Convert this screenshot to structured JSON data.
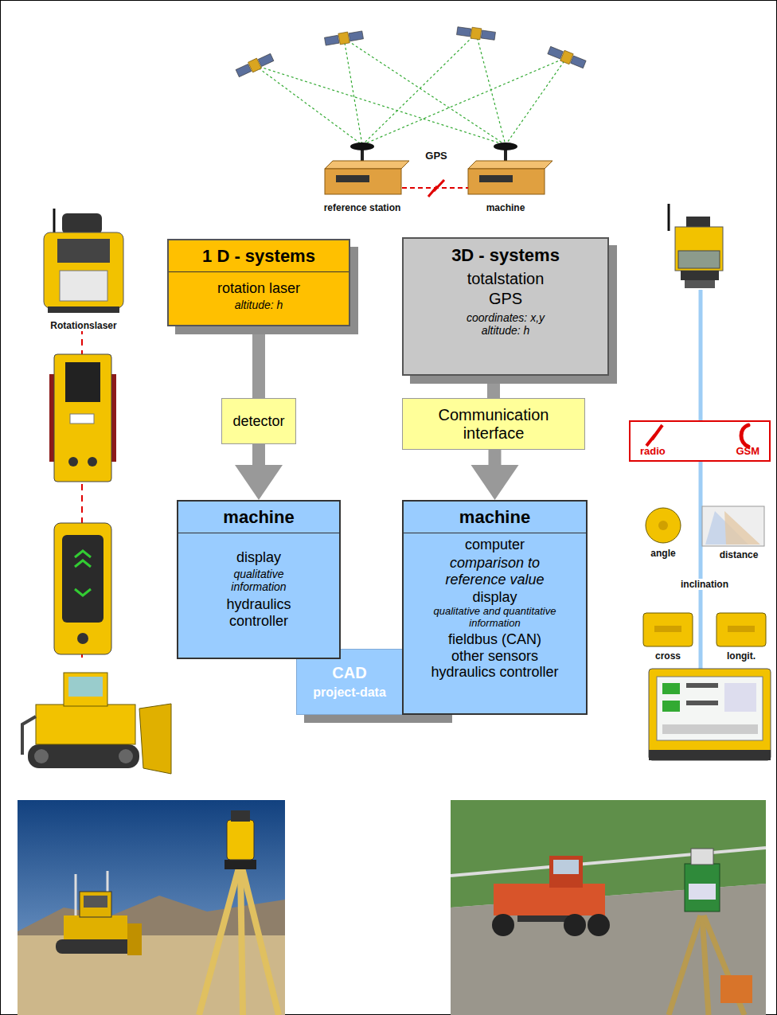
{
  "diagram": {
    "nodes": [
      {
        "text": [
          "1 D - systems",
          "rotation laser",
          "altitude: h"
        ]
      },
      {
        "text": [
          "3D - systems",
          "totalstation",
          "GPS",
          "coordinates: x,y",
          "altitude: h"
        ]
      },
      {
        "text": [
          "detector"
        ]
      },
      {
        "text": [
          "Communication interface"
        ]
      },
      {
        "text": [
          "machine",
          "display",
          "qualitative information",
          "hydraulics controller"
        ]
      },
      {
        "text": [
          "machine",
          "computer",
          "comparison to reference value",
          "display",
          "qualitative and quantitative information",
          "fieldbus (CAN)",
          "other sensors",
          "hydraulics controller"
        ]
      },
      {
        "text": [
          "CAD",
          "project-data"
        ]
      },
      {
        "text": [
          "radio",
          "GSM"
        ]
      }
    ],
    "edges": [
      {
        "from": 0,
        "to": 2,
        "arrow": "none"
      },
      {
        "from": 2,
        "to": 4,
        "arrow": "to"
      },
      {
        "from": 1,
        "to": 3,
        "arrow": "none"
      },
      {
        "from": 3,
        "to": 5,
        "arrow": "to"
      }
    ],
    "labels": [
      "GPS",
      "reference station",
      "machine",
      "Rotationslaser",
      "angle",
      "distance",
      "inclination",
      "cross",
      "longit."
    ]
  }
}
